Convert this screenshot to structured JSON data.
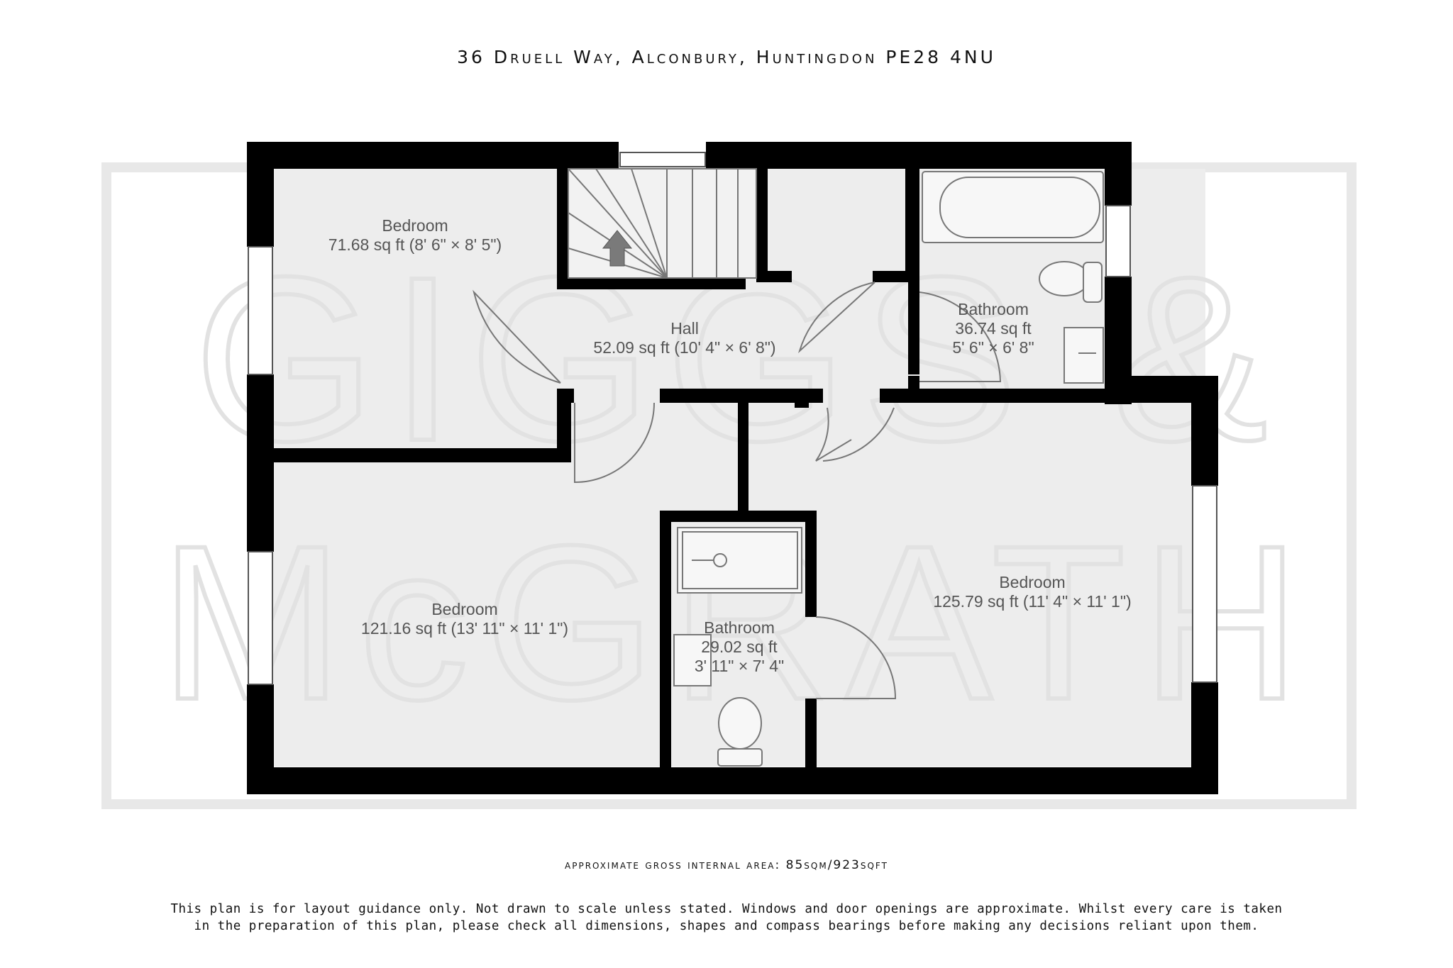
{
  "address": "36 Druell Way, Alconbury, Huntingdon PE28 4NU",
  "watermark": {
    "line1": "GIGGS &",
    "line2": "McGRATH"
  },
  "rooms": [
    {
      "name": "Bedroom",
      "area": "71.68 sq ft (8' 6\" × 8' 5\")"
    },
    {
      "name": "Hall",
      "area": "52.09 sq ft (10' 4\" × 6' 8\")"
    },
    {
      "name": "Bathroom",
      "area": "36.74 sq ft",
      "dims": "5' 6\" × 6' 8\""
    },
    {
      "name": "Bedroom",
      "area": "121.16 sq ft (13' 11\" × 11' 1\")"
    },
    {
      "name": "Bathroom",
      "area": "29.02 sq ft",
      "dims": "3' 11\" × 7' 4\""
    },
    {
      "name": "Bedroom",
      "area": "125.79 sq ft (11' 4\" × 11' 1\")"
    }
  ],
  "gross_area": "approximate gross internal area: 85sqm/923sqft",
  "disclaimer": {
    "line1": "This plan is for layout guidance only. Not drawn to scale unless stated. Windows and door openings are approximate. Whilst every care is taken",
    "line2": "in the preparation of this plan, please check all dimensions, shapes and compass bearings before making any decisions reliant upon them."
  },
  "colors": {
    "wall": "#000000",
    "floor": "#ededed",
    "watermark": "#e6e6e6",
    "text": "#555555",
    "stair_arrow": "#7a7a7a"
  }
}
